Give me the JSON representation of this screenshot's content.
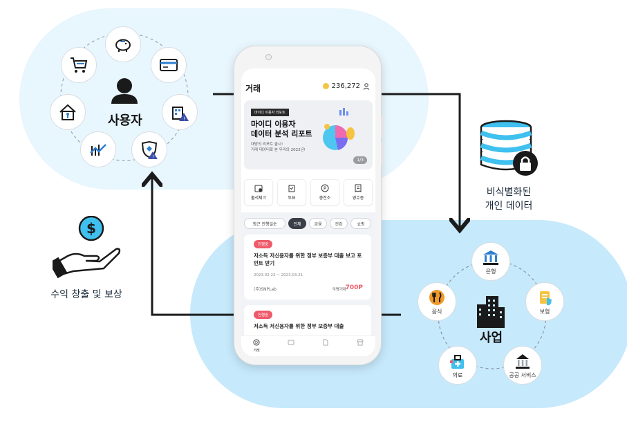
{
  "user_cluster": {
    "label": "사용자",
    "icons": [
      "piggy-bank-icon",
      "credit-card-icon",
      "hospital-icon",
      "insurance-alert-icon",
      "stock-chart-icon",
      "house-icon",
      "shopping-cart-icon"
    ]
  },
  "data_store": {
    "label_line1": "비식별화된",
    "label_line2": "개인 데이터"
  },
  "business_cluster": {
    "label": "사업",
    "nodes": [
      {
        "icon": "bank-icon",
        "label": "은행"
      },
      {
        "icon": "insurance-icon",
        "label": "보험"
      },
      {
        "icon": "public-service-icon",
        "label": "공공 서비스"
      },
      {
        "icon": "medical-icon",
        "label": "의료"
      },
      {
        "icon": "food-icon",
        "label": "음식"
      }
    ]
  },
  "reward": {
    "label": "수익 창출 및 보상"
  },
  "phone": {
    "header": {
      "title": "거래",
      "points": "236,272"
    },
    "banner": {
      "tag": "마이디 이용자 리포트",
      "title_line1": "마이디 이용자",
      "title_line2": "데이터 분석 리포트",
      "sub_line1": "대망의 리포트 출시!",
      "sub_line2": "거래 데이터로 본 우리의 2022년!",
      "pager": "1/3"
    },
    "quick_menu": [
      "출석체크",
      "투표",
      "충전소",
      "영수증"
    ],
    "chips": [
      "최근 진행일순",
      "전체",
      "금융",
      "건강",
      "쇼핑"
    ],
    "active_chip": "전체",
    "cards": [
      {
        "badge": "진행중",
        "title": "저소득 저신용자를 위한 정부 보증부 대출 보고 포인트 받기",
        "date": "2023.02.22 ~ 2023.03.21",
        "org": "(주)SNPLab",
        "anon": "익명거래",
        "points": "700P"
      },
      {
        "badge": "진행중",
        "title": "저소득 저신용자를 위한 정부 보증부 대출",
        "date": "",
        "org": "",
        "anon": "",
        "points": ""
      }
    ],
    "tabs": [
      "거래",
      "",
      "",
      ""
    ]
  },
  "colors": {
    "user_bg": "#e8f6fd",
    "biz_bg": "#c6e9fb",
    "accent_pink": "#ef5a6a",
    "line": "#1b1b1b",
    "db_blue": "#2cb5e8"
  }
}
